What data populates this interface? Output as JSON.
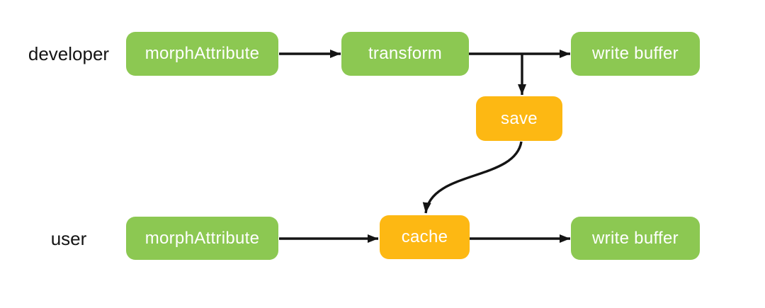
{
  "diagram": {
    "background": "#ffffff",
    "colors": {
      "node_green": "#8CC852",
      "node_orange": "#FDB813",
      "node_text": "#ffffff",
      "label_text": "#141414",
      "arrow": "#141414"
    },
    "row_labels": [
      {
        "id": "developer",
        "text": "developer"
      },
      {
        "id": "user",
        "text": "user"
      }
    ],
    "nodes": [
      {
        "id": "dev-morph-attribute",
        "label": "morphAttribute",
        "color": "green"
      },
      {
        "id": "dev-transform",
        "label": "transform",
        "color": "green"
      },
      {
        "id": "dev-write-buffer",
        "label": "write buffer",
        "color": "green"
      },
      {
        "id": "save",
        "label": "save",
        "color": "orange"
      },
      {
        "id": "user-morph-attribute",
        "label": "morphAttribute",
        "color": "green"
      },
      {
        "id": "user-cache",
        "label": "cache",
        "color": "orange"
      },
      {
        "id": "user-write-buffer",
        "label": "write buffer",
        "color": "green"
      }
    ],
    "edges": [
      {
        "from": "dev-morph-attribute",
        "to": "dev-transform",
        "style": "straight"
      },
      {
        "from": "dev-transform",
        "to": "dev-write-buffer",
        "style": "straight"
      },
      {
        "from": "dev-transform",
        "to": "save",
        "style": "branch-down"
      },
      {
        "from": "save",
        "to": "user-cache",
        "style": "curved"
      },
      {
        "from": "user-morph-attribute",
        "to": "user-cache",
        "style": "straight"
      },
      {
        "from": "user-cache",
        "to": "user-write-buffer",
        "style": "straight"
      }
    ]
  }
}
